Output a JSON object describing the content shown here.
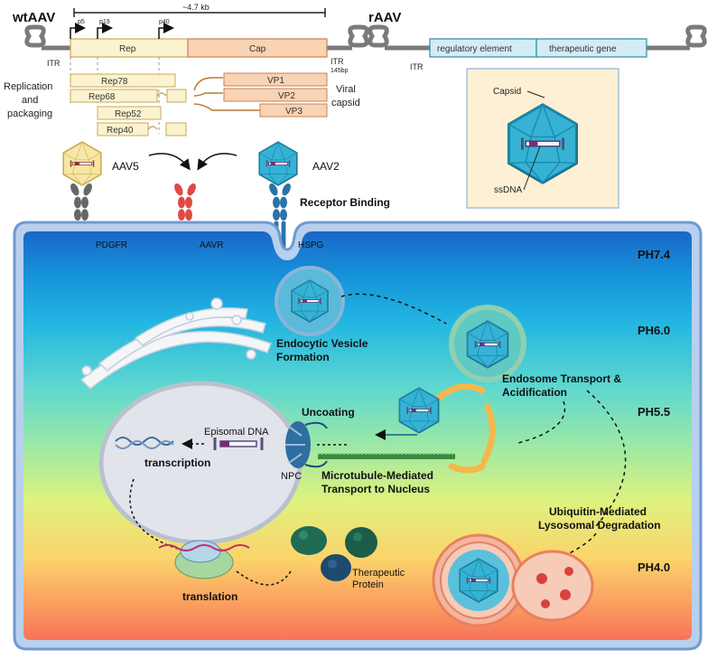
{
  "wtaav": {
    "title": "wtAAV",
    "length": "~4.7 kb",
    "itr_left": "ITR",
    "itr_right": "ITR",
    "itr_bp": "145bp",
    "promoters": [
      "p5",
      "p19",
      "p40"
    ],
    "genes": [
      "Rep",
      "Cap"
    ],
    "rep_proteins": [
      "Rep78",
      "Rep68",
      "Rep52",
      "Rep40"
    ],
    "vp_proteins": [
      "VP1",
      "VP2",
      "VP3"
    ],
    "rep_caption": [
      "Replication",
      "and",
      "packaging"
    ],
    "vp_caption": [
      "Viral",
      "capsid"
    ]
  },
  "raav": {
    "title": "rAAV",
    "itr": "ITR",
    "segments": [
      "regulatory element",
      "therapeutic gene"
    ],
    "inset_capsid": "Capsid",
    "inset_dna": "ssDNA"
  },
  "receptors": {
    "aav5": "AAV5",
    "aav2": "AAV2",
    "pdgfr": "PDGFR",
    "aavr": "AAVR",
    "hspg": "HSPG",
    "receptor_binding": "Receptor Binding"
  },
  "ph_levels": [
    "PH7.4",
    "PH6.0",
    "PH5.5",
    "PH4.0"
  ],
  "steps": {
    "endocytic": [
      "Endocytic Vesicle",
      "Formation"
    ],
    "endosome": [
      "Endosome Transport &",
      "Acidification"
    ],
    "uncoating": "Uncoating",
    "microtubule": [
      "Microtubule-Mediated",
      "Transport to Nucleus"
    ],
    "ubiquitin": [
      "Ubiquitin-Mediated",
      "Lysosomal Degradation"
    ],
    "episomal": "Episomal DNA",
    "npc": "NPC",
    "transcription": "transcription",
    "translation": "translation",
    "protein": [
      "Therapeutic",
      "Protein"
    ]
  },
  "colors": {
    "rep_fill": "#fbf3cf",
    "cap_fill": "#f8d3b4",
    "raav_segment": "#d4ecf3",
    "capsid": "#35b2d4",
    "aav5": "#f7e6a6",
    "aavr": "#de4a45",
    "hspg": "#2c73a8",
    "pdgfr": "#676767",
    "cell_border": "#6f9ad1"
  }
}
